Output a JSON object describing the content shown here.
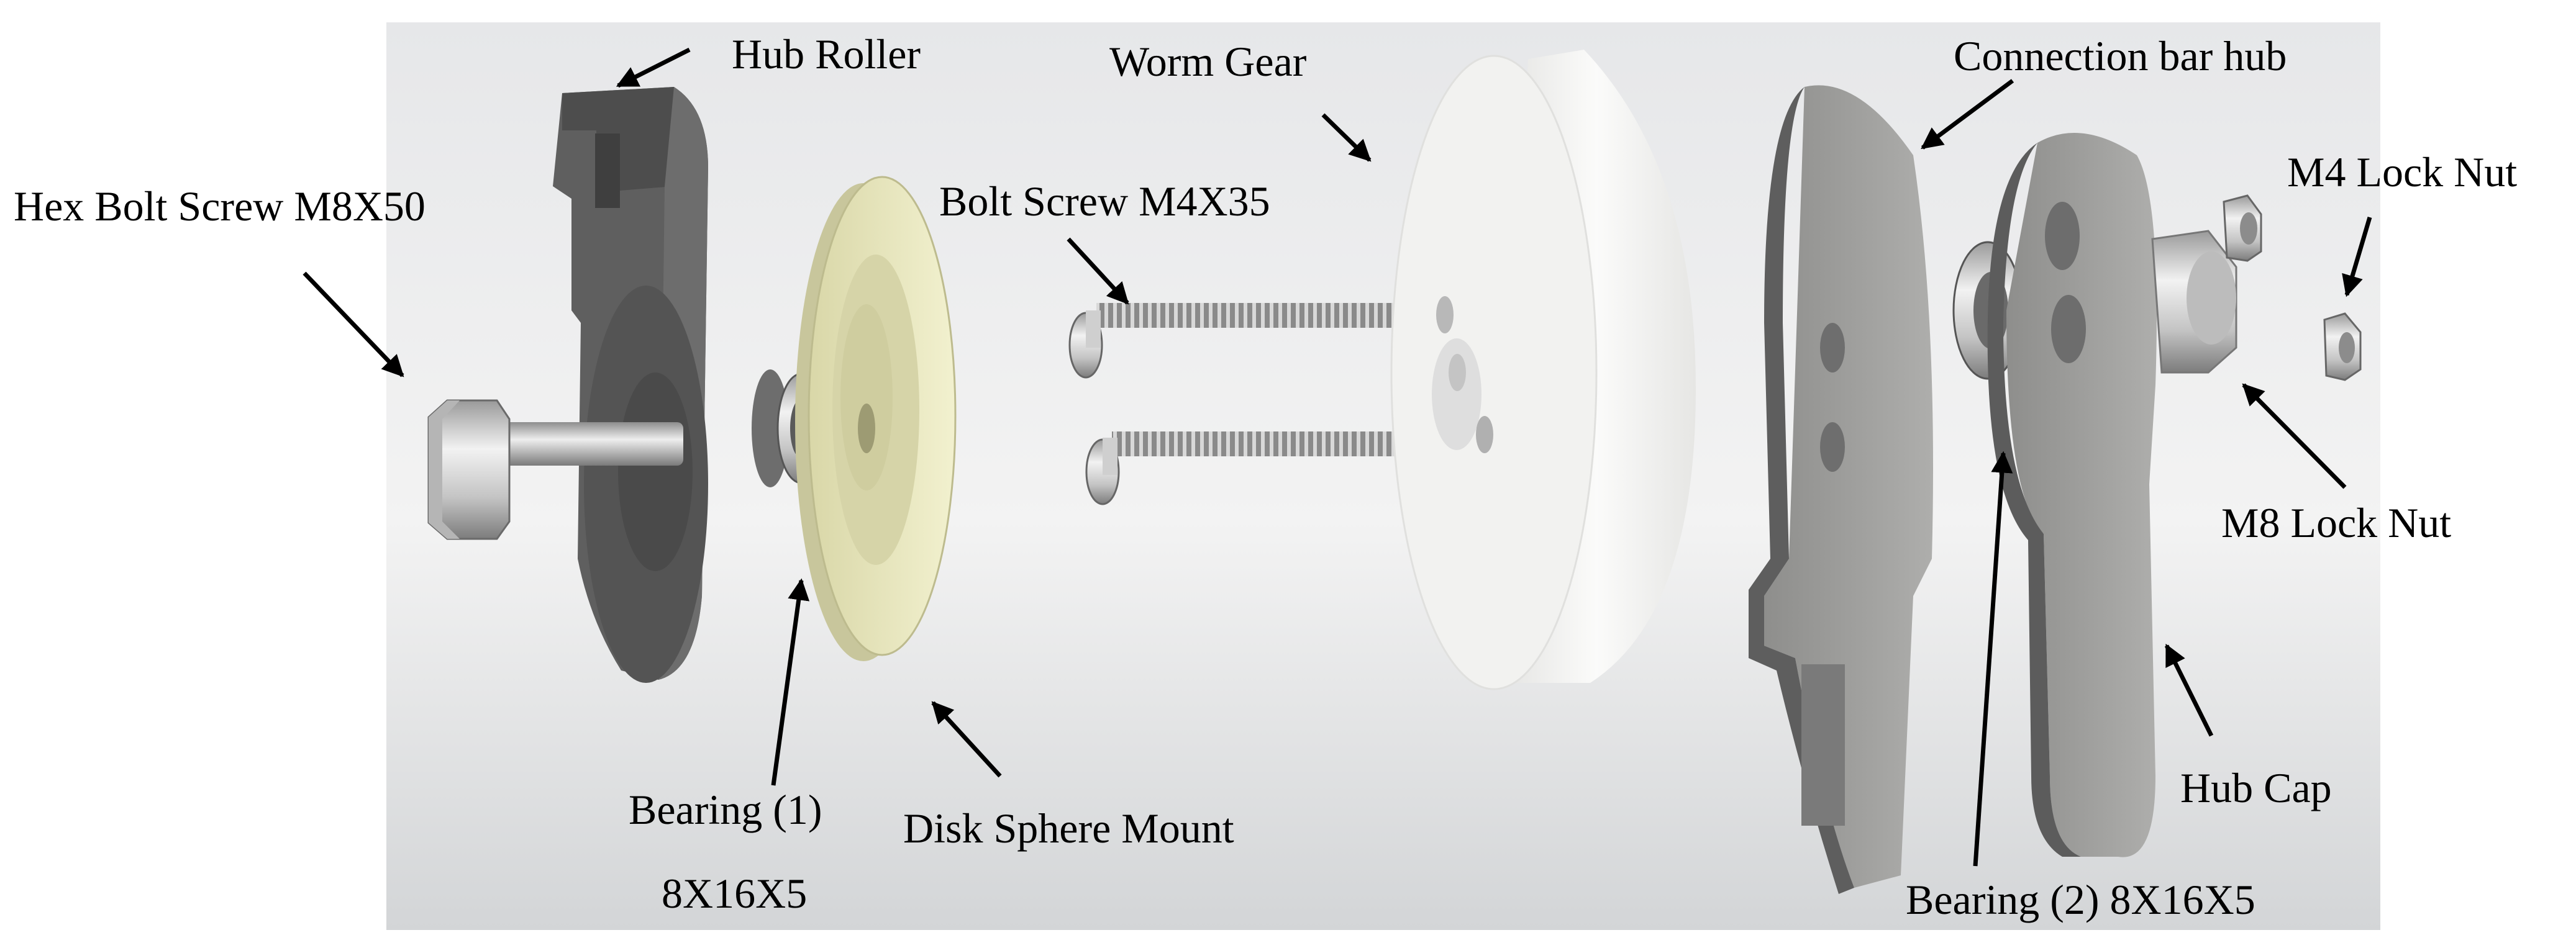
{
  "labels": {
    "hub_roller": "Hub Roller",
    "hex_bolt": "Hex Bolt Screw M8X50",
    "worm_gear": "Worm Gear",
    "bolt_screw": "Bolt Screw M4X35",
    "connection_bar_hub": "Connection bar hub",
    "m4_lock_nut": "M4 Lock Nut",
    "m8_lock_nut": "M8 Lock Nut",
    "hub_cap": "Hub Cap",
    "bearing1_line1": "Bearing (1)",
    "bearing1_line2": "8X16X5",
    "disk_sphere_mount": "Disk Sphere Mount",
    "bearing2": "Bearing (2) 8X16X5"
  },
  "colors": {
    "background_light": "#f4f4f4",
    "background_dark": "#d2d4d6",
    "dark_part": "#5c5c5c",
    "grey_part": "#9a9a98",
    "gear_white": "#f6f6f4",
    "disk_cream": "#ecebc2",
    "steel": "#c8c8c8",
    "arrow": "#000000"
  }
}
